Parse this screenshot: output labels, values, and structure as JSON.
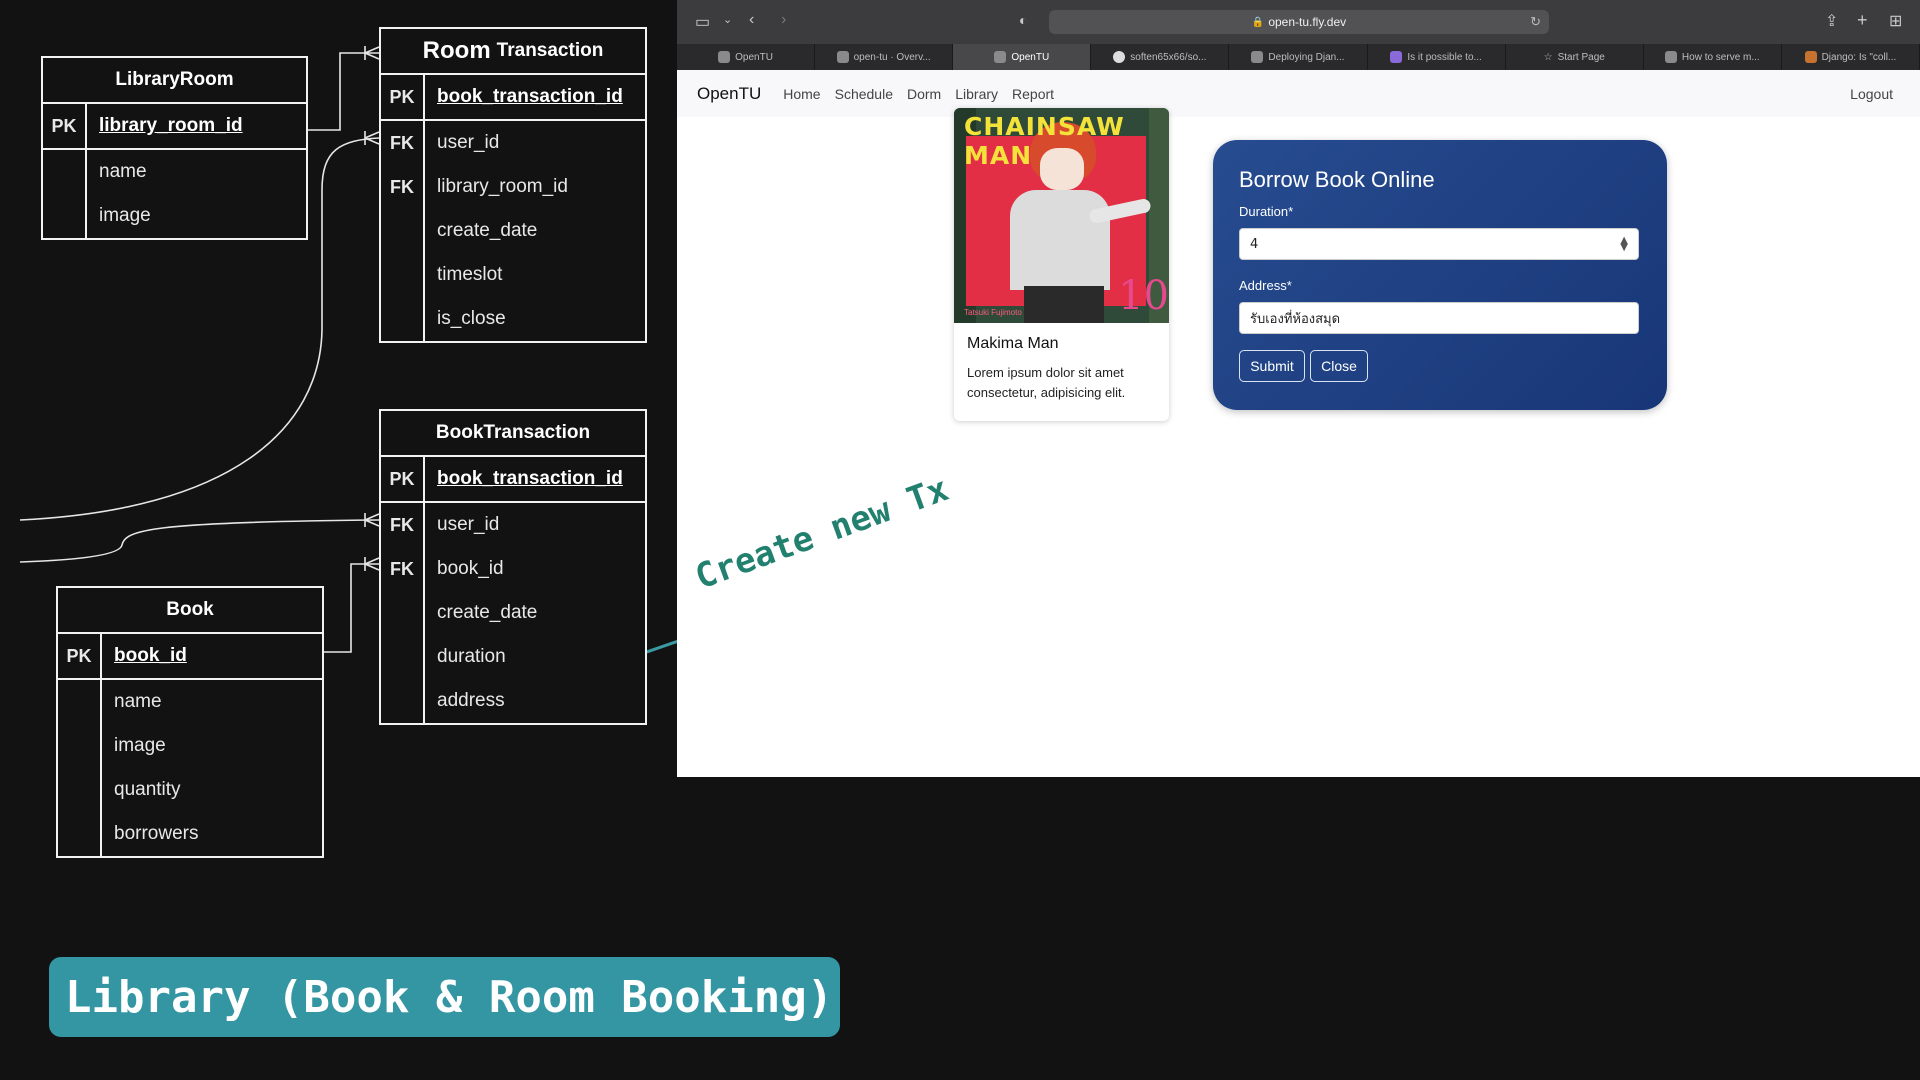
{
  "diagram": {
    "library_room": {
      "title": "LibraryRoom",
      "pk_key": "PK",
      "pk_field": "library_room_id",
      "fields": [
        "name",
        "image"
      ]
    },
    "room_transaction": {
      "title_big": "Room",
      "title_small": "Transaction",
      "pk_key": "PK",
      "pk_field": "book_transaction_id",
      "rows": [
        {
          "key": "FK",
          "field": "user_id"
        },
        {
          "key": "FK",
          "field": "library_room_id"
        },
        {
          "key": "",
          "field": "create_date"
        },
        {
          "key": "",
          "field": "timeslot"
        },
        {
          "key": "",
          "field": "is_close"
        }
      ]
    },
    "book_transaction": {
      "title": "BookTransaction",
      "pk_key": "PK",
      "pk_field": "book_transaction_id",
      "rows": [
        {
          "key": "FK",
          "field": "user_id"
        },
        {
          "key": "FK",
          "field": "book_id"
        },
        {
          "key": "",
          "field": "create_date"
        },
        {
          "key": "",
          "field": "duration"
        },
        {
          "key": "",
          "field": "address"
        }
      ]
    },
    "book": {
      "title": "Book",
      "pk_key": "PK",
      "pk_field": "book_id",
      "fields": [
        "name",
        "image",
        "quantity",
        "borrowers"
      ]
    }
  },
  "browser": {
    "url": "open-tu.fly.dev",
    "tabs": [
      {
        "label": "OpenTU",
        "active": false
      },
      {
        "label": "open-tu · Overv...",
        "active": false
      },
      {
        "label": "OpenTU",
        "active": true
      },
      {
        "label": "soften65x66/so...",
        "active": false
      },
      {
        "label": "Deploying Djan...",
        "active": false
      },
      {
        "label": "Is it possible to...",
        "active": false
      },
      {
        "label": "Start Page",
        "active": false
      },
      {
        "label": "How to serve m...",
        "active": false
      },
      {
        "label": "Django: Is \"coll...",
        "active": false
      }
    ]
  },
  "navbar": {
    "brand": "OpenTU",
    "links": [
      "Home",
      "Schedule",
      "Dorm",
      "Library",
      "Report"
    ],
    "logout": "Logout"
  },
  "book_card": {
    "cover_logo": "CHAINSAW MAN",
    "cover_volume": "10",
    "cover_author": "Tatsuki Fujimoto",
    "title": "Makima Man",
    "text": "Lorem ipsum dolor sit amet consectetur, adipisicing elit."
  },
  "borrow_form": {
    "title": "Borrow Book Online",
    "duration_label": "Duration*",
    "duration_value": "4",
    "address_label": "Address*",
    "address_value": "รับเองที่ห้องสมุด",
    "submit_label": "Submit",
    "close_label": "Close"
  },
  "annotation": "Create new Tx",
  "banner": "Library (Book & Room Booking)",
  "colors": {
    "annotation": "#22806f",
    "banner_bg": "#3495a3",
    "modal_bg": "#1e3f85"
  }
}
